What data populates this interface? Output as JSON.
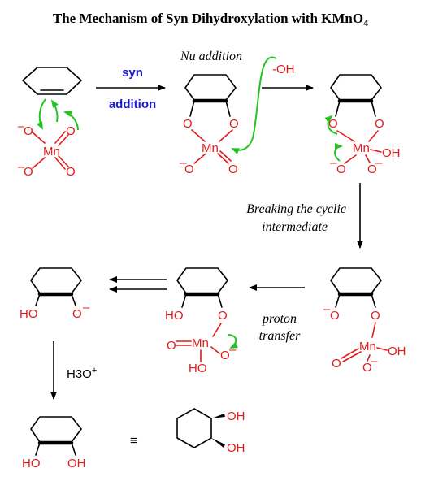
{
  "title": "The Mechanism of Syn Dihydroxylation with KMnO4",
  "title_main": "The Mechanism of Syn Dihydroxylation with KMnO",
  "title_sub": "4",
  "step1": {
    "line1": "syn",
    "line2": "addition"
  },
  "step2": {
    "label": "Nu addition",
    "nucleophile": "-OH"
  },
  "step3": {
    "line1": "Breaking the cyclic",
    "line2": "intermediate"
  },
  "step4": {
    "line1": "proton",
    "line2": "transfer"
  },
  "step5": {
    "reagent": "H3O+",
    "reagent_main": "H3O",
    "reagent_sup": "+"
  },
  "atoms": {
    "O": "O",
    "Mn": "Mn",
    "OH": "OH",
    "HO": "HO",
    "minus": "–",
    "equivalent": "≡"
  },
  "colors": {
    "oxygen_manganese": "#e01b1b",
    "arrow_push": "#22c422",
    "condition_text": "#1a1acc"
  }
}
